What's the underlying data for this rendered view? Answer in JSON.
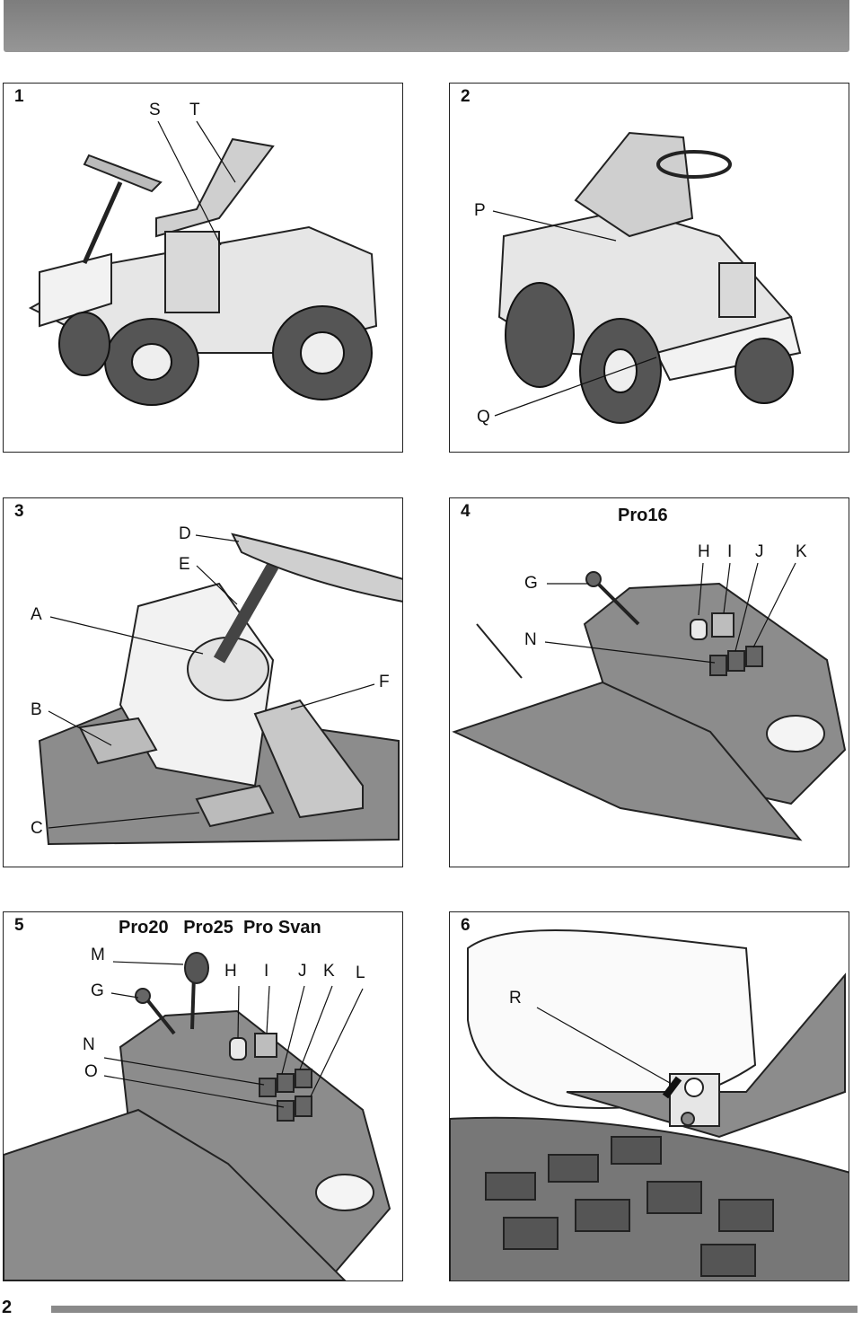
{
  "page_number": "2",
  "figures": [
    {
      "number": "1",
      "labels": [
        "S",
        "T"
      ]
    },
    {
      "number": "2",
      "labels": [
        "P",
        "Q"
      ]
    },
    {
      "number": "3",
      "labels": [
        "D",
        "E",
        "A",
        "F",
        "B",
        "C"
      ]
    },
    {
      "number": "4",
      "model": "Pro16",
      "labels": [
        "H",
        "I",
        "J",
        "K",
        "G",
        "N"
      ]
    },
    {
      "number": "5",
      "model": "Pro20   Pro25  Pro Svan",
      "labels": [
        "M",
        "H",
        "I",
        "J",
        "K",
        "L",
        "G",
        "N",
        "O"
      ]
    },
    {
      "number": "6",
      "labels": [
        "R"
      ]
    }
  ]
}
